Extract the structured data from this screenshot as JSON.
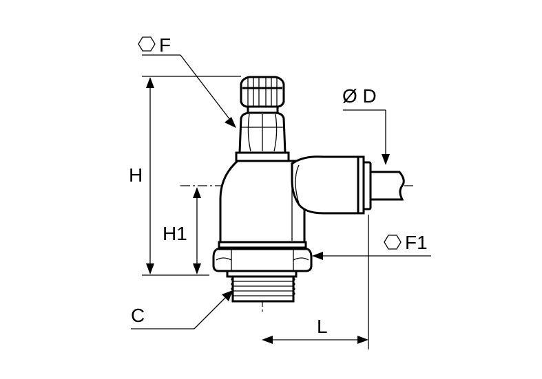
{
  "labels": {
    "f": "F",
    "d": "Ø D",
    "h": "H",
    "h1": "H1",
    "f1": "F1",
    "c": "C",
    "l": "L"
  },
  "icons": [
    "hex-symbol-f-icon",
    "hex-symbol-f1-icon"
  ],
  "colors": {
    "line": "#000000",
    "background": "#ffffff"
  }
}
